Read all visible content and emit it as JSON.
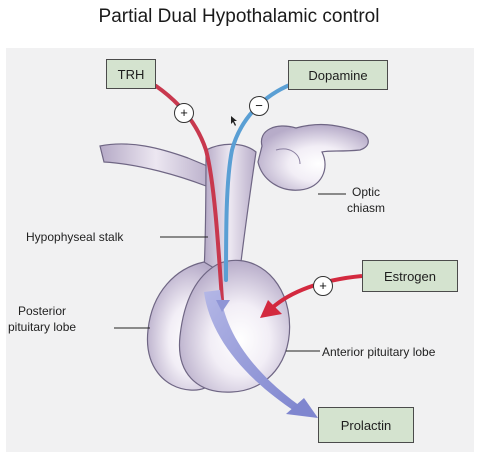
{
  "title": "Partial Dual Hypothalamic control",
  "boxes": {
    "trh": "TRH",
    "dopamine": "Dopamine",
    "estrogen": "Estrogen",
    "prolactin": "Prolactin"
  },
  "signs": {
    "trh": "+",
    "dopamine": "−",
    "estrogen": "+"
  },
  "labels": {
    "optic_chiasm_line1": "Optic",
    "optic_chiasm_line2": "chiasm",
    "hypophyseal_stalk": "Hypophyseal stalk",
    "posterior_line1": "Posterior",
    "posterior_line2": "pituitary lobe",
    "anterior_pituitary_lobe": "Anterior pituitary lobe"
  },
  "colors": {
    "trh_pathway": "#c8384e",
    "dopamine_pathway": "#5a9fd4",
    "estrogen_arrow": "#d3293f",
    "prolactin_arrow": "#8f95d6",
    "gland_fill": "#c9c0d8",
    "box_fill": "#d4e3cf"
  }
}
